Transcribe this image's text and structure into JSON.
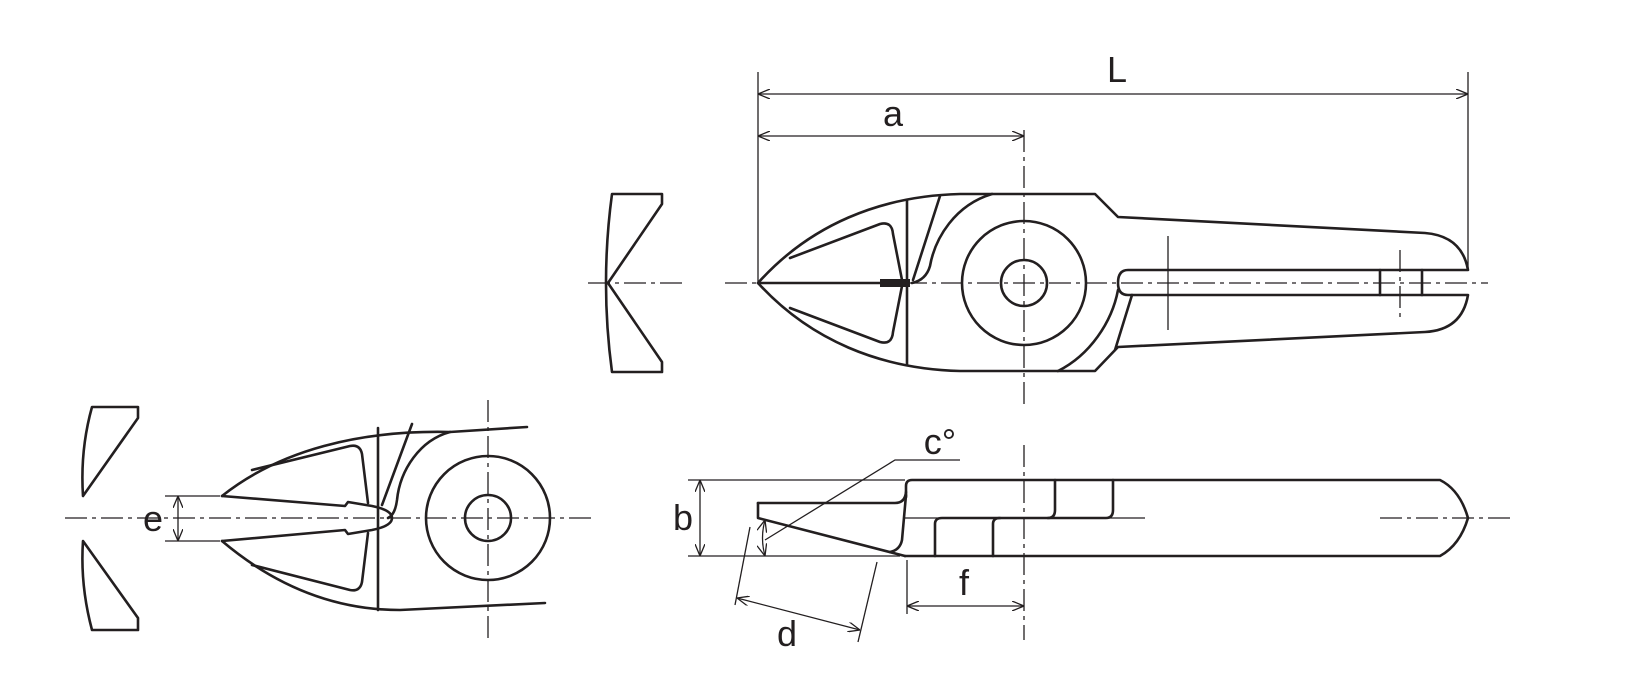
{
  "diagram": {
    "labels": {
      "L": "L",
      "a": "a",
      "b": "b",
      "c": "c°",
      "d": "d",
      "e": "e",
      "f": "f"
    },
    "line_color": "#231f20"
  }
}
